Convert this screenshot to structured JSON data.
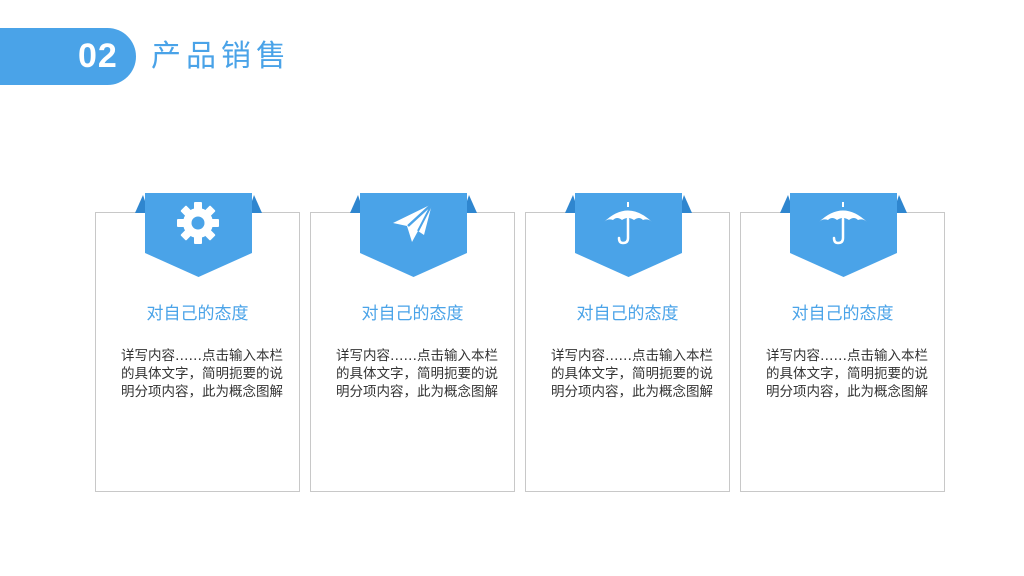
{
  "header": {
    "number": "02",
    "title": "产品销售"
  },
  "colors": {
    "accent": "#4aa3e8",
    "accent_dark": "#2f86cf",
    "card_border": "#c8c8c8",
    "body_text": "#333333"
  },
  "cards": [
    {
      "icon": "gear-icon",
      "title": "对自己的态度",
      "body": "详写内容……点击输入本栏的具体文字，简明扼要的说明分项内容，此为概念图解"
    },
    {
      "icon": "paper-plane-icon",
      "title": "对自己的态度",
      "body": "详写内容……点击输入本栏的具体文字，简明扼要的说明分项内容，此为概念图解"
    },
    {
      "icon": "umbrella-icon",
      "title": "对自己的态度",
      "body": "详写内容……点击输入本栏的具体文字，简明扼要的说明分项内容，此为概念图解"
    },
    {
      "icon": "umbrella-icon",
      "title": "对自己的态度",
      "body": "详写内容……点击输入本栏的具体文字，简明扼要的说明分项内容，此为概念图解"
    }
  ]
}
